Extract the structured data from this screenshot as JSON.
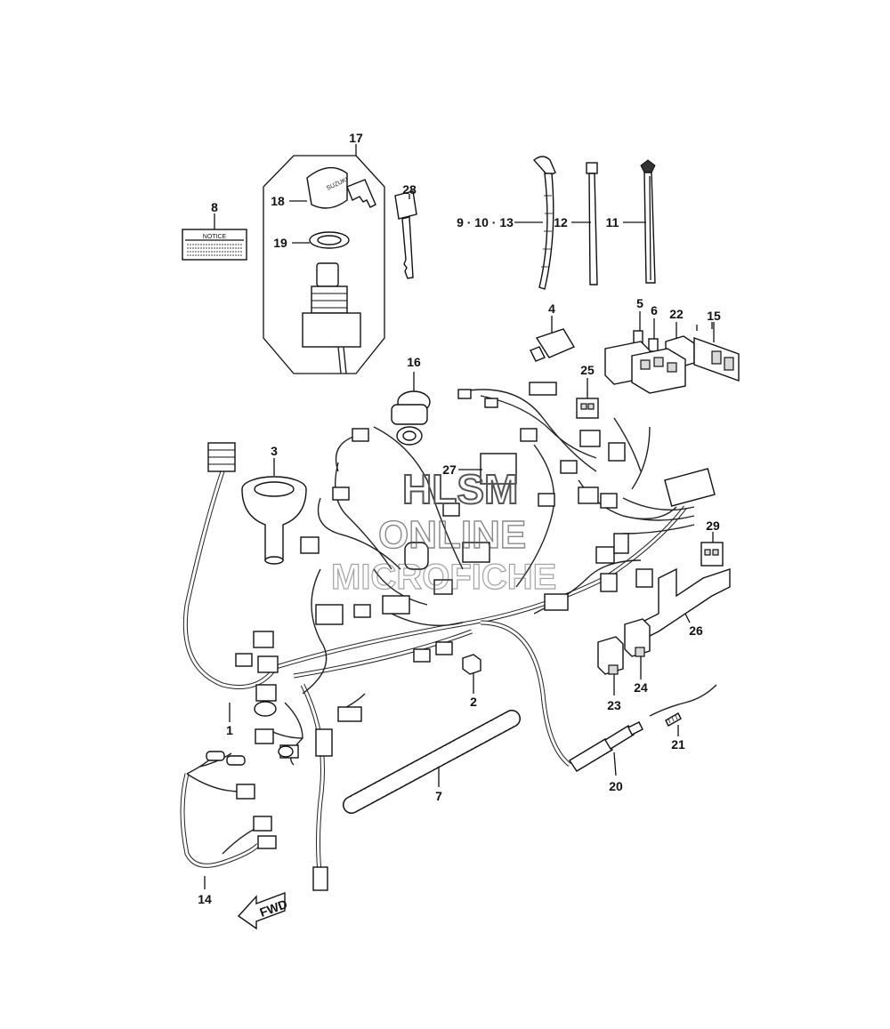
{
  "callouts": [
    {
      "id": "1",
      "text": "1"
    },
    {
      "id": "2",
      "text": "2"
    },
    {
      "id": "3",
      "text": "3"
    },
    {
      "id": "4",
      "text": "4"
    },
    {
      "id": "5",
      "text": "5"
    },
    {
      "id": "6",
      "text": "6"
    },
    {
      "id": "7",
      "text": "7"
    },
    {
      "id": "8",
      "text": "8"
    },
    {
      "id": "9-10-13",
      "text": "9 · 10 · 13"
    },
    {
      "id": "11",
      "text": "11"
    },
    {
      "id": "12",
      "text": "12"
    },
    {
      "id": "14",
      "text": "14"
    },
    {
      "id": "15",
      "text": "15"
    },
    {
      "id": "16",
      "text": "16"
    },
    {
      "id": "17",
      "text": "17"
    },
    {
      "id": "18",
      "text": "18"
    },
    {
      "id": "19",
      "text": "19"
    },
    {
      "id": "20",
      "text": "20"
    },
    {
      "id": "21",
      "text": "21"
    },
    {
      "id": "22",
      "text": "22"
    },
    {
      "id": "23",
      "text": "23"
    },
    {
      "id": "24",
      "text": "24"
    },
    {
      "id": "25",
      "text": "25"
    },
    {
      "id": "26",
      "text": "26"
    },
    {
      "id": "27",
      "text": "27"
    },
    {
      "id": "28",
      "text": "28"
    },
    {
      "id": "29",
      "text": "29"
    }
  ],
  "notice_label": "NOTICE",
  "key_brand": "SUZUKI",
  "fwd_arrow": "FWD",
  "watermark": {
    "line1": "HLSM",
    "line2": "ONLINE",
    "line3": "MICROFICHE"
  }
}
